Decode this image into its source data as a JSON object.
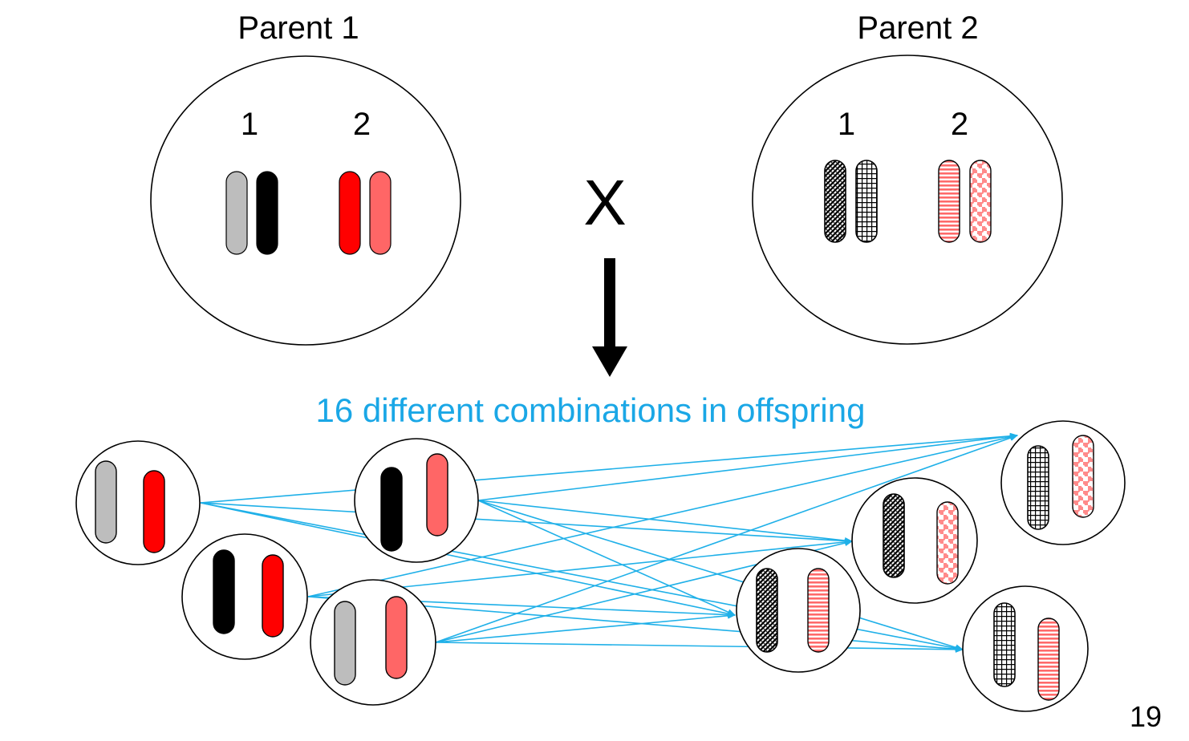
{
  "parents": [
    {
      "title": "Parent 1",
      "pair_labels": [
        "1",
        "2"
      ]
    },
    {
      "title": "Parent 2",
      "pair_labels": [
        "1",
        "2"
      ]
    }
  ],
  "cross_symbol": "X",
  "caption": "16 different combinations in offspring",
  "slide_number": "19",
  "colors": {
    "grey": "#bdbdbd",
    "black": "#000000",
    "red": "#ff0000",
    "salmon": "#ff6666",
    "pink_pattern": "#ff6a6a",
    "arrow_blue": "#1fb0e8",
    "caption_blue": "#1aa7e6"
  }
}
